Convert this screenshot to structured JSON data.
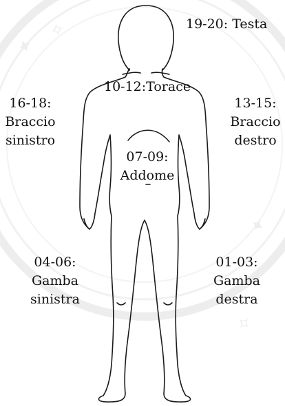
{
  "diagram": {
    "regions": {
      "head": {
        "code": "19-20: Testa"
      },
      "chest": {
        "code": "10-12:Torace"
      },
      "left_arm": {
        "code": "16-18:",
        "line1": "Braccio",
        "line2": "sinistro"
      },
      "right_arm": {
        "code": "13-15:",
        "line1": "Braccio",
        "line2": "destro"
      },
      "abdomen": {
        "code": "07-09:",
        "line1": "Addome"
      },
      "left_leg": {
        "code": "04-06:",
        "line1": "Gamba",
        "line2": "sinistra"
      },
      "right_leg": {
        "code": "01-03:",
        "line1": "Gamba",
        "line2": "destra"
      }
    },
    "colors": {
      "outline": "#1a1a1a",
      "watermark": "#ececec",
      "background": "#ffffff"
    }
  }
}
